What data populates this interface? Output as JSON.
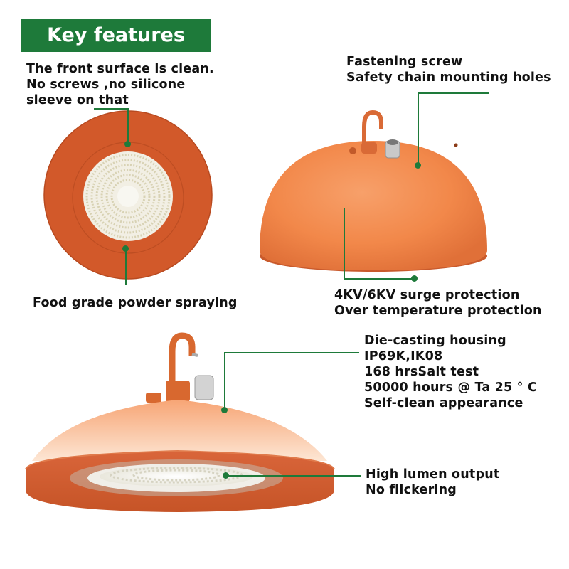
{
  "header": {
    "title": "Key features"
  },
  "callouts": {
    "front_surface": [
      "The front surface is clean.",
      "No screws ,no silicone",
      "sleeve on that"
    ],
    "powder": [
      "Food grade powder spraying"
    ],
    "screw": [
      "Fastening screw",
      "Safety chain mounting holes"
    ],
    "surge": [
      "4KV/6KV surge protection",
      "Over temperature protection"
    ],
    "housing": [
      "Die-casting housing",
      "IP69K,IK08",
      "168 hrsSalt test",
      "50000 hours @ Ta 25 ° C",
      "Self-clean appearance"
    ],
    "lumen": [
      "High lumen output",
      "No flickering"
    ]
  },
  "colors": {
    "accent_green": "#1e7a3a",
    "housing_orange": "#d2592a",
    "dome_orange": "#f08a4c"
  }
}
